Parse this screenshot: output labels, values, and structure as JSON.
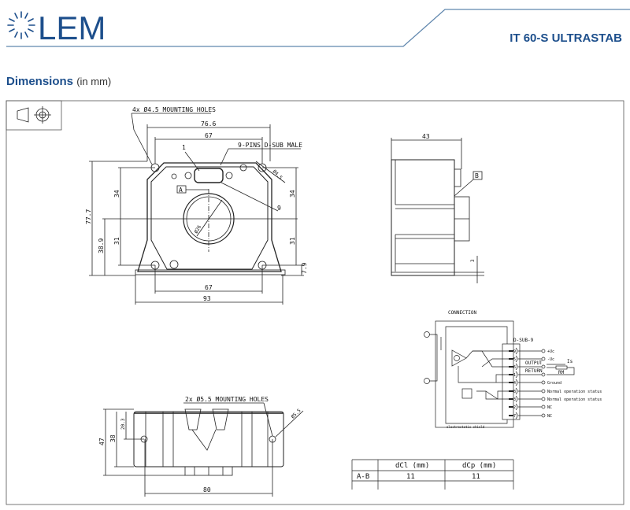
{
  "header": {
    "logo_text": "LEM",
    "product_title": "IT 60-S ULTRASTAB"
  },
  "section": {
    "title": "Dimensions",
    "unit_note": "(in mm)"
  },
  "front_view": {
    "mounting_holes_label": "4x Ø4.5 MOUNTING HOLES",
    "connector_label": "9-PINS D-SUB MALE",
    "pin1": "1",
    "pin9": "9",
    "datum_a": "A",
    "hole_dia": "Ø4.5",
    "aperture_dia": "Ø26",
    "dim_width_outer": "76.6",
    "dim_hole_spacing_top": "67",
    "dim_hole_spacing_bottom": "67",
    "dim_base_width": "93",
    "dim_height": "77.7",
    "dim_center_height": "38.9",
    "dim_upper_left": "34",
    "dim_lower_left": "31",
    "dim_upper_right": "34",
    "dim_lower_right": "31",
    "dim_foot": "7.9"
  },
  "side_view": {
    "dim_depth": "43",
    "datum_b": "B",
    "dim_small": "3"
  },
  "bottom_view": {
    "mounting_holes_label": "2x Ø5.5 MOUNTING HOLES",
    "hole_dia": "Ø5.5",
    "dim_height": "47",
    "dim_body": "38",
    "dim_hole": "20.3",
    "dim_hole_spacing": "80"
  },
  "connection": {
    "title": "CONNECTION",
    "connector": "D-SUB-9",
    "output_label": "OUTPUT",
    "return_label": "RETURN",
    "current_label": "Is",
    "load_label": "RM",
    "shield_label": "electrostatic shield",
    "pins": [
      {
        "num": "9",
        "label": "+Uc"
      },
      {
        "num": "5",
        "label": "-Uc"
      },
      {
        "num": "6",
        "label": ""
      },
      {
        "num": "1",
        "label": ""
      },
      {
        "num": "4",
        "label": "Ground"
      },
      {
        "num": "8",
        "label": "Normal operation status"
      },
      {
        "num": "3",
        "label": "Normal operation status"
      },
      {
        "num": "2",
        "label": "NC"
      },
      {
        "num": "7",
        "label": "NC"
      }
    ]
  },
  "distance_table": {
    "headers": [
      "",
      "dCl (mm)",
      "dCp (mm)"
    ],
    "rows": [
      [
        "A-B",
        "11",
        "11"
      ]
    ]
  },
  "colors": {
    "brand": "#1d4f8c",
    "rule": "#5f86ad"
  }
}
